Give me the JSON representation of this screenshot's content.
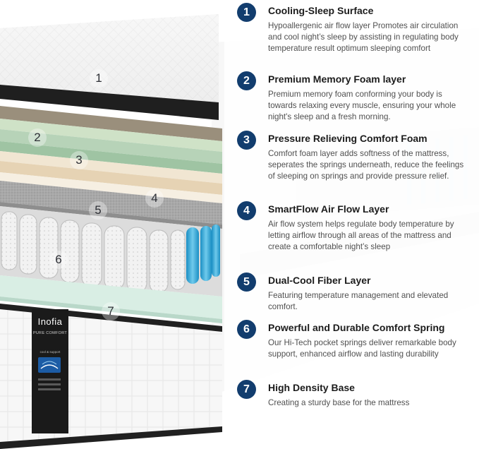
{
  "brand": {
    "logo_text": "Inofia",
    "tagline": "PURE COMFORT",
    "label_text": "cool & support"
  },
  "colors": {
    "badge": "#123d6e",
    "foam_green": "#b7d3b8",
    "foam_cream": "#ecdcc3",
    "fiber_grey": "#a5a5a5",
    "spring_blue": "#2fa8d8",
    "base_mint": "#d9eee4"
  },
  "layer_markers": [
    "1",
    "2",
    "3",
    "4",
    "5",
    "6",
    "7"
  ],
  "features": [
    {
      "number": "1",
      "title": "Cooling-Sleep Surface",
      "description": "Hypoallergenic air flow layer Promotes air circulation and cool night’s sleep by assisting in regulating body temperature result optimum sleeping comfort"
    },
    {
      "number": "2",
      "title": "Premium Memory Foam layer",
      "description": "Premium memory foam conforming your body is towards relaxing every muscle, ensuring your whole night's sleep and a fresh morning."
    },
    {
      "number": "3",
      "title": "Pressure Relieving Comfort Foam",
      "description": "Comfort foam layer adds softness of the mattress, seperates the springs underneath, reduce the feelings of sleeping on springs and provide pressure relief."
    },
    {
      "number": "4",
      "title": "SmartFlow Air Flow Layer",
      "description": "Air flow system helps regulate body temperature by letting airflow through all areas of the mattress and create a comfortable night’s sleep"
    },
    {
      "number": "5",
      "title": "Dual-Cool Fiber Layer",
      "description": "Featuring temperature management and elevated comfort."
    },
    {
      "number": "6",
      "title": "Powerful and Durable Comfort Spring",
      "description": "Our Hi-Tech pocket springs deliver remarkable body support, enhanced airflow and lasting durability"
    },
    {
      "number": "7",
      "title": "High Density Base",
      "description": "Creating a sturdy base for the mattress"
    }
  ]
}
